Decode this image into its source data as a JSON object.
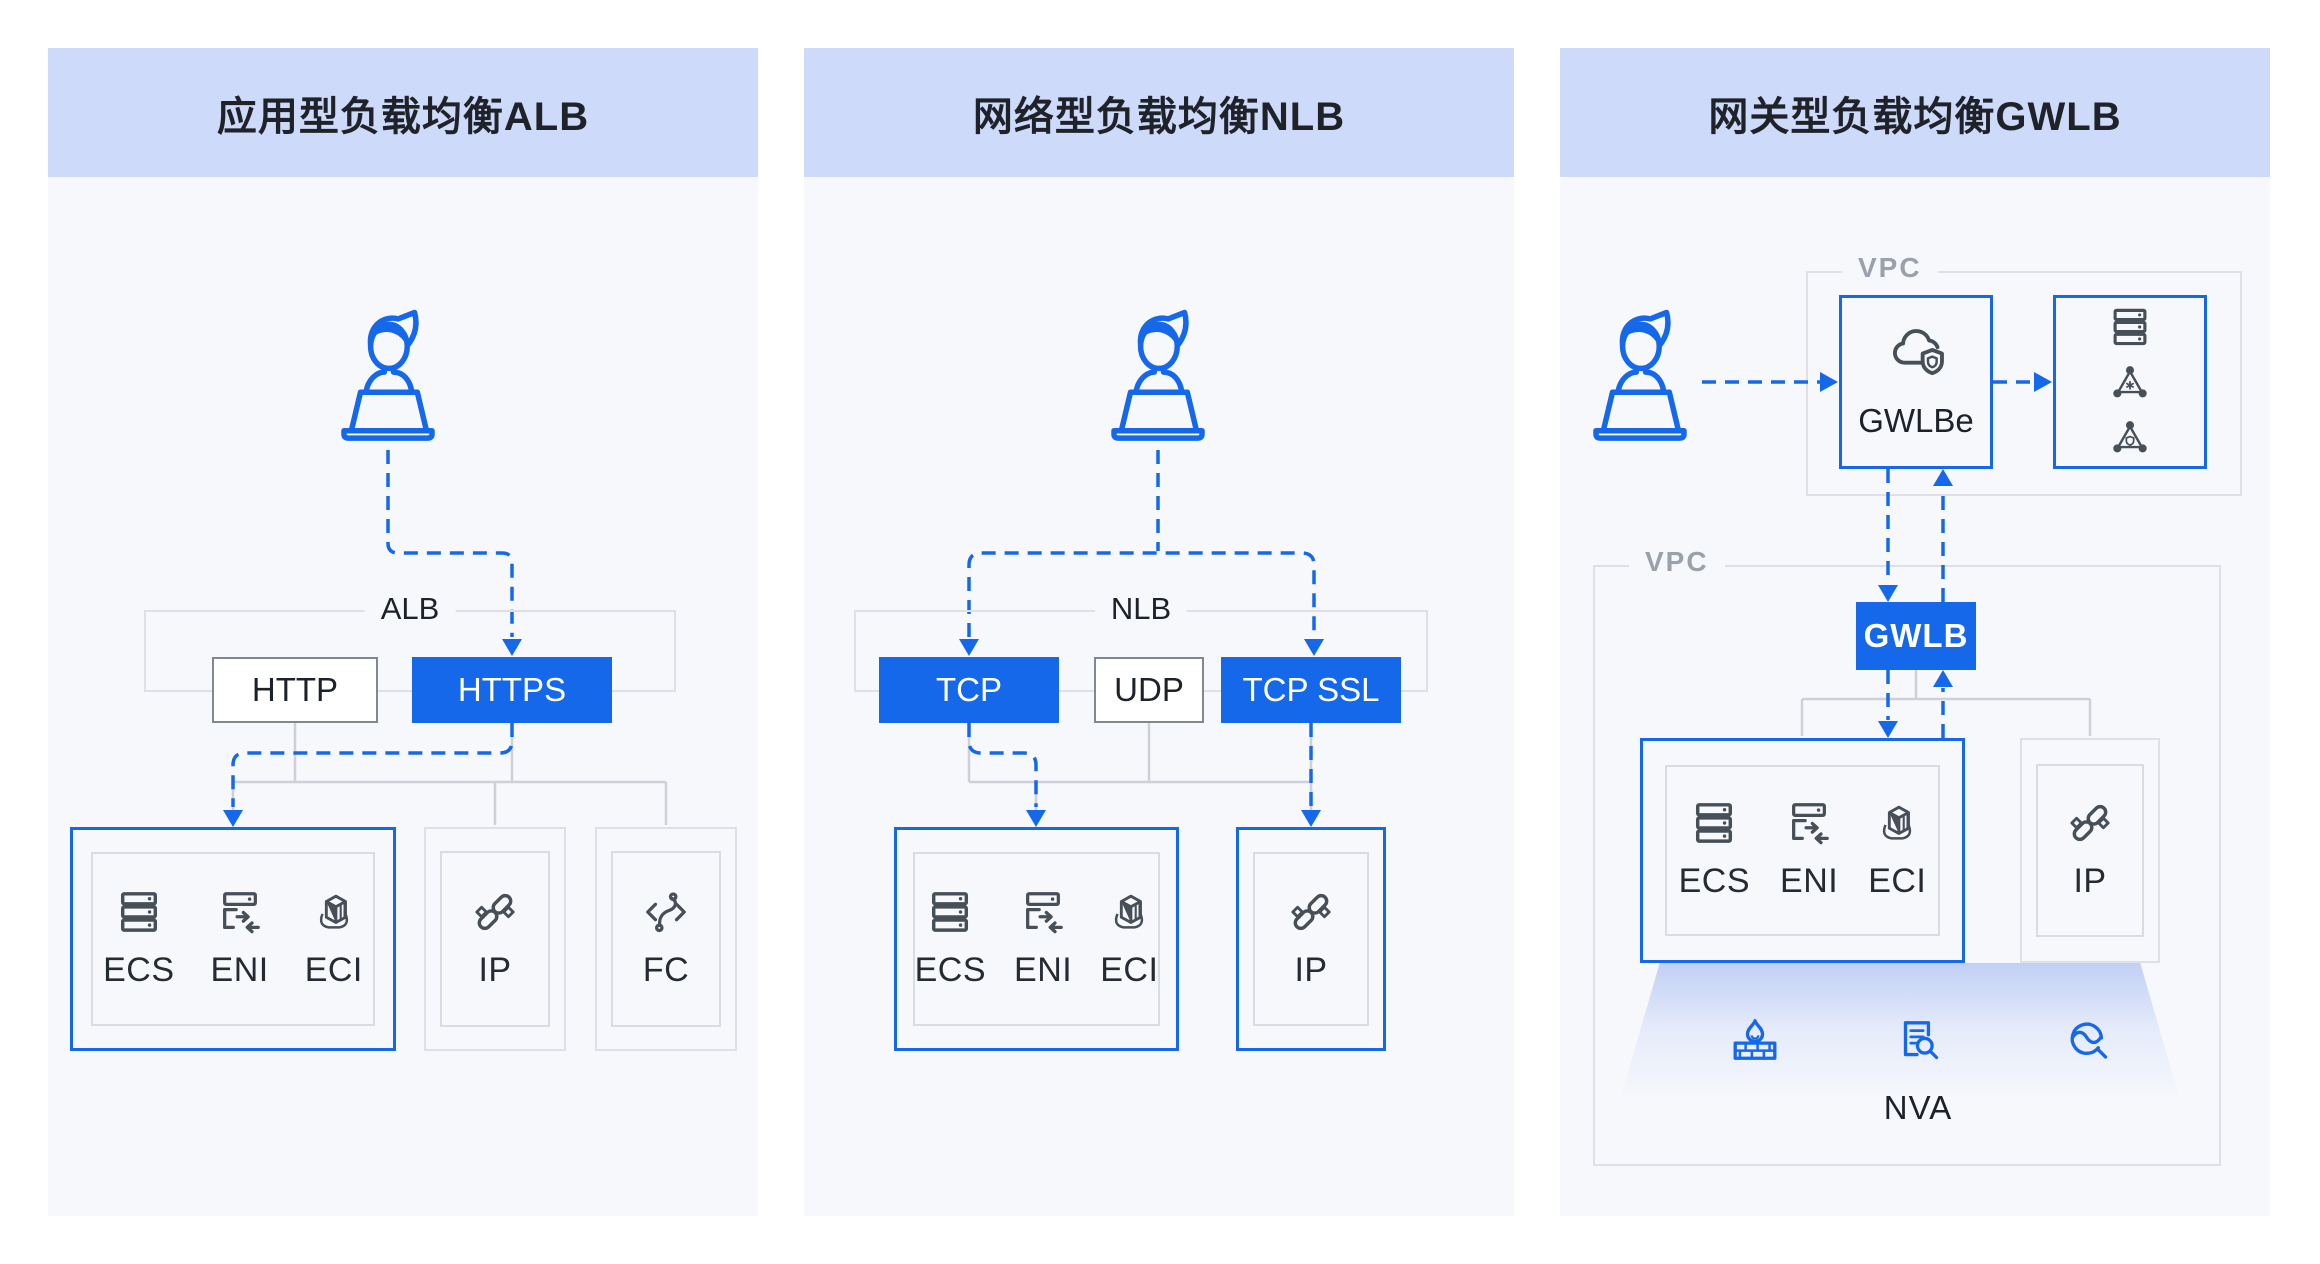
{
  "colors": {
    "accent_blue": "#1668EA",
    "header_bg": "#CEDAFA",
    "panel_bg": "#F7F8FC",
    "dark_icon": "#474F59",
    "gray_border": "#DDE0E6",
    "gray_line": "#CDD1D7",
    "text_dark": "#1D2129",
    "vpc_label_gray": "#9AA1AA"
  },
  "panels": {
    "alb": {
      "title": "应用型负载均衡ALB",
      "group_label": "ALB",
      "protocols": {
        "http": "HTTP",
        "https": "HTTPS"
      },
      "compute": {
        "ecs": "ECS",
        "eni": "ENI",
        "eci": "ECI"
      },
      "ip_label": "IP",
      "fc_label": "FC"
    },
    "nlb": {
      "title": "网络型负载均衡NLB",
      "group_label": "NLB",
      "protocols": {
        "tcp": "TCP",
        "udp": "UDP",
        "tcpssl": "TCP SSL"
      },
      "compute": {
        "ecs": "ECS",
        "eni": "ENI",
        "eci": "ECI"
      },
      "ip_label": "IP"
    },
    "gwlb": {
      "title": "网关型负载均衡GWLB",
      "vpc1_label": "VPC",
      "vpc2_label": "VPC",
      "gwlbe_label": "GWLBe",
      "gwlb_label": "GWLB",
      "compute": {
        "ecs": "ECS",
        "eni": "ENI",
        "eci": "ECI"
      },
      "ip_label": "IP",
      "nva_label": "NVA"
    }
  },
  "icons": {
    "person-laptop-icon": "user at laptop",
    "server-stack-icon": "server stack (ECS)",
    "network-interface-icon": "elastic network interface (ENI)",
    "container-instance-icon": "container instance (ECI)",
    "link-icon": "IP link / chain",
    "function-compute-icon": "function compute (FC)",
    "cloud-shield-icon": "gateway endpoint (GWLBe)",
    "cluster-asterisk-icon": "appliance cluster",
    "cluster-shield-icon": "security appliance cluster",
    "firewall-icon": "firewall brick wall with flame",
    "doc-inspect-icon": "document with magnifier",
    "traffic-analysis-icon": "swirl circle with magnifier"
  }
}
